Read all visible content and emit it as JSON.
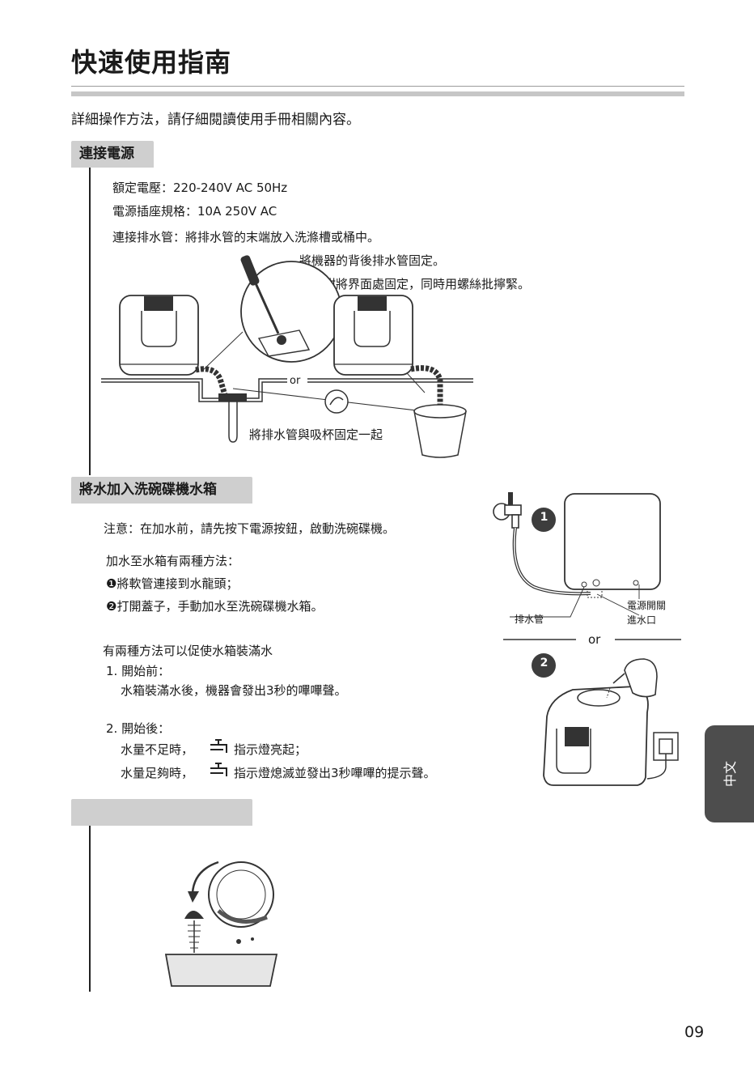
{
  "page": {
    "title": "快速使用指南",
    "intro": "詳細操作方法，請仔細閱讀使用手冊相關內容。",
    "page_number": "09",
    "side_tab": "中文"
  },
  "section1": {
    "heading": "連接電源",
    "lines": [
      "額定電壓：220-240V AC 50Hz",
      "電源插座規格：10A 250V AC",
      "連接排水管：將排水管的末端放入洗滌槽或桶中。"
    ],
    "sub_lines": [
      "將機器的背後排水管固定。",
      "用夾鉗將界面處固定，同時用螺絲批擰緊。"
    ],
    "diagram_or": "or",
    "suction_caption": "將排水管與吸杯固定一起"
  },
  "section2": {
    "heading": "將水加入洗碗碟機水箱",
    "notice": "注意：在加水前，請先按下電源按鈕，啟動洗碗碟機。",
    "methods_title": "加水至水箱有兩種方法：",
    "method1": "❶將軟管連接到水龍頭；",
    "method2": "❷打開蓋子，手動加水至洗碗碟機水箱。",
    "fill_title": "有兩種方法可以促使水箱裝滿水",
    "before_label": "1. 開始前：",
    "before_text": "水箱裝滿水後，機器會發出3秒的嗶嗶聲。",
    "after_label": "2. 開始後：",
    "after_low_prefix": "水量不足時，",
    "after_low_suffix": "指示燈亮起；",
    "after_full_prefix": "水量足夠時，",
    "after_full_suffix": "指示燈熄滅並發出3秒嗶嗶的提示聲。",
    "diagram": {
      "badge1": "1",
      "badge2": "2",
      "drain_label": "排水管",
      "power_label": "電源開關",
      "inlet_label": "進水口",
      "or_label": "or"
    }
  },
  "section3": {
    "heading": ""
  }
}
